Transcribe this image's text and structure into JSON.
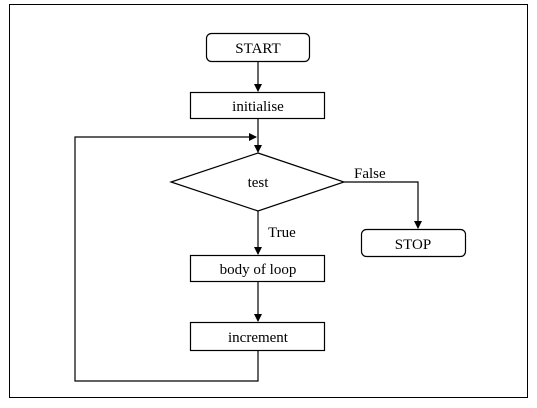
{
  "flowchart": {
    "nodes": {
      "start": "START",
      "initialise": "initialise",
      "test": "test",
      "body": "body of loop",
      "increment": "increment",
      "stop": "STOP"
    },
    "edges": {
      "true_label": "True",
      "false_label": "False"
    }
  },
  "colors": {
    "stroke": "#000000",
    "background": "#ffffff"
  }
}
